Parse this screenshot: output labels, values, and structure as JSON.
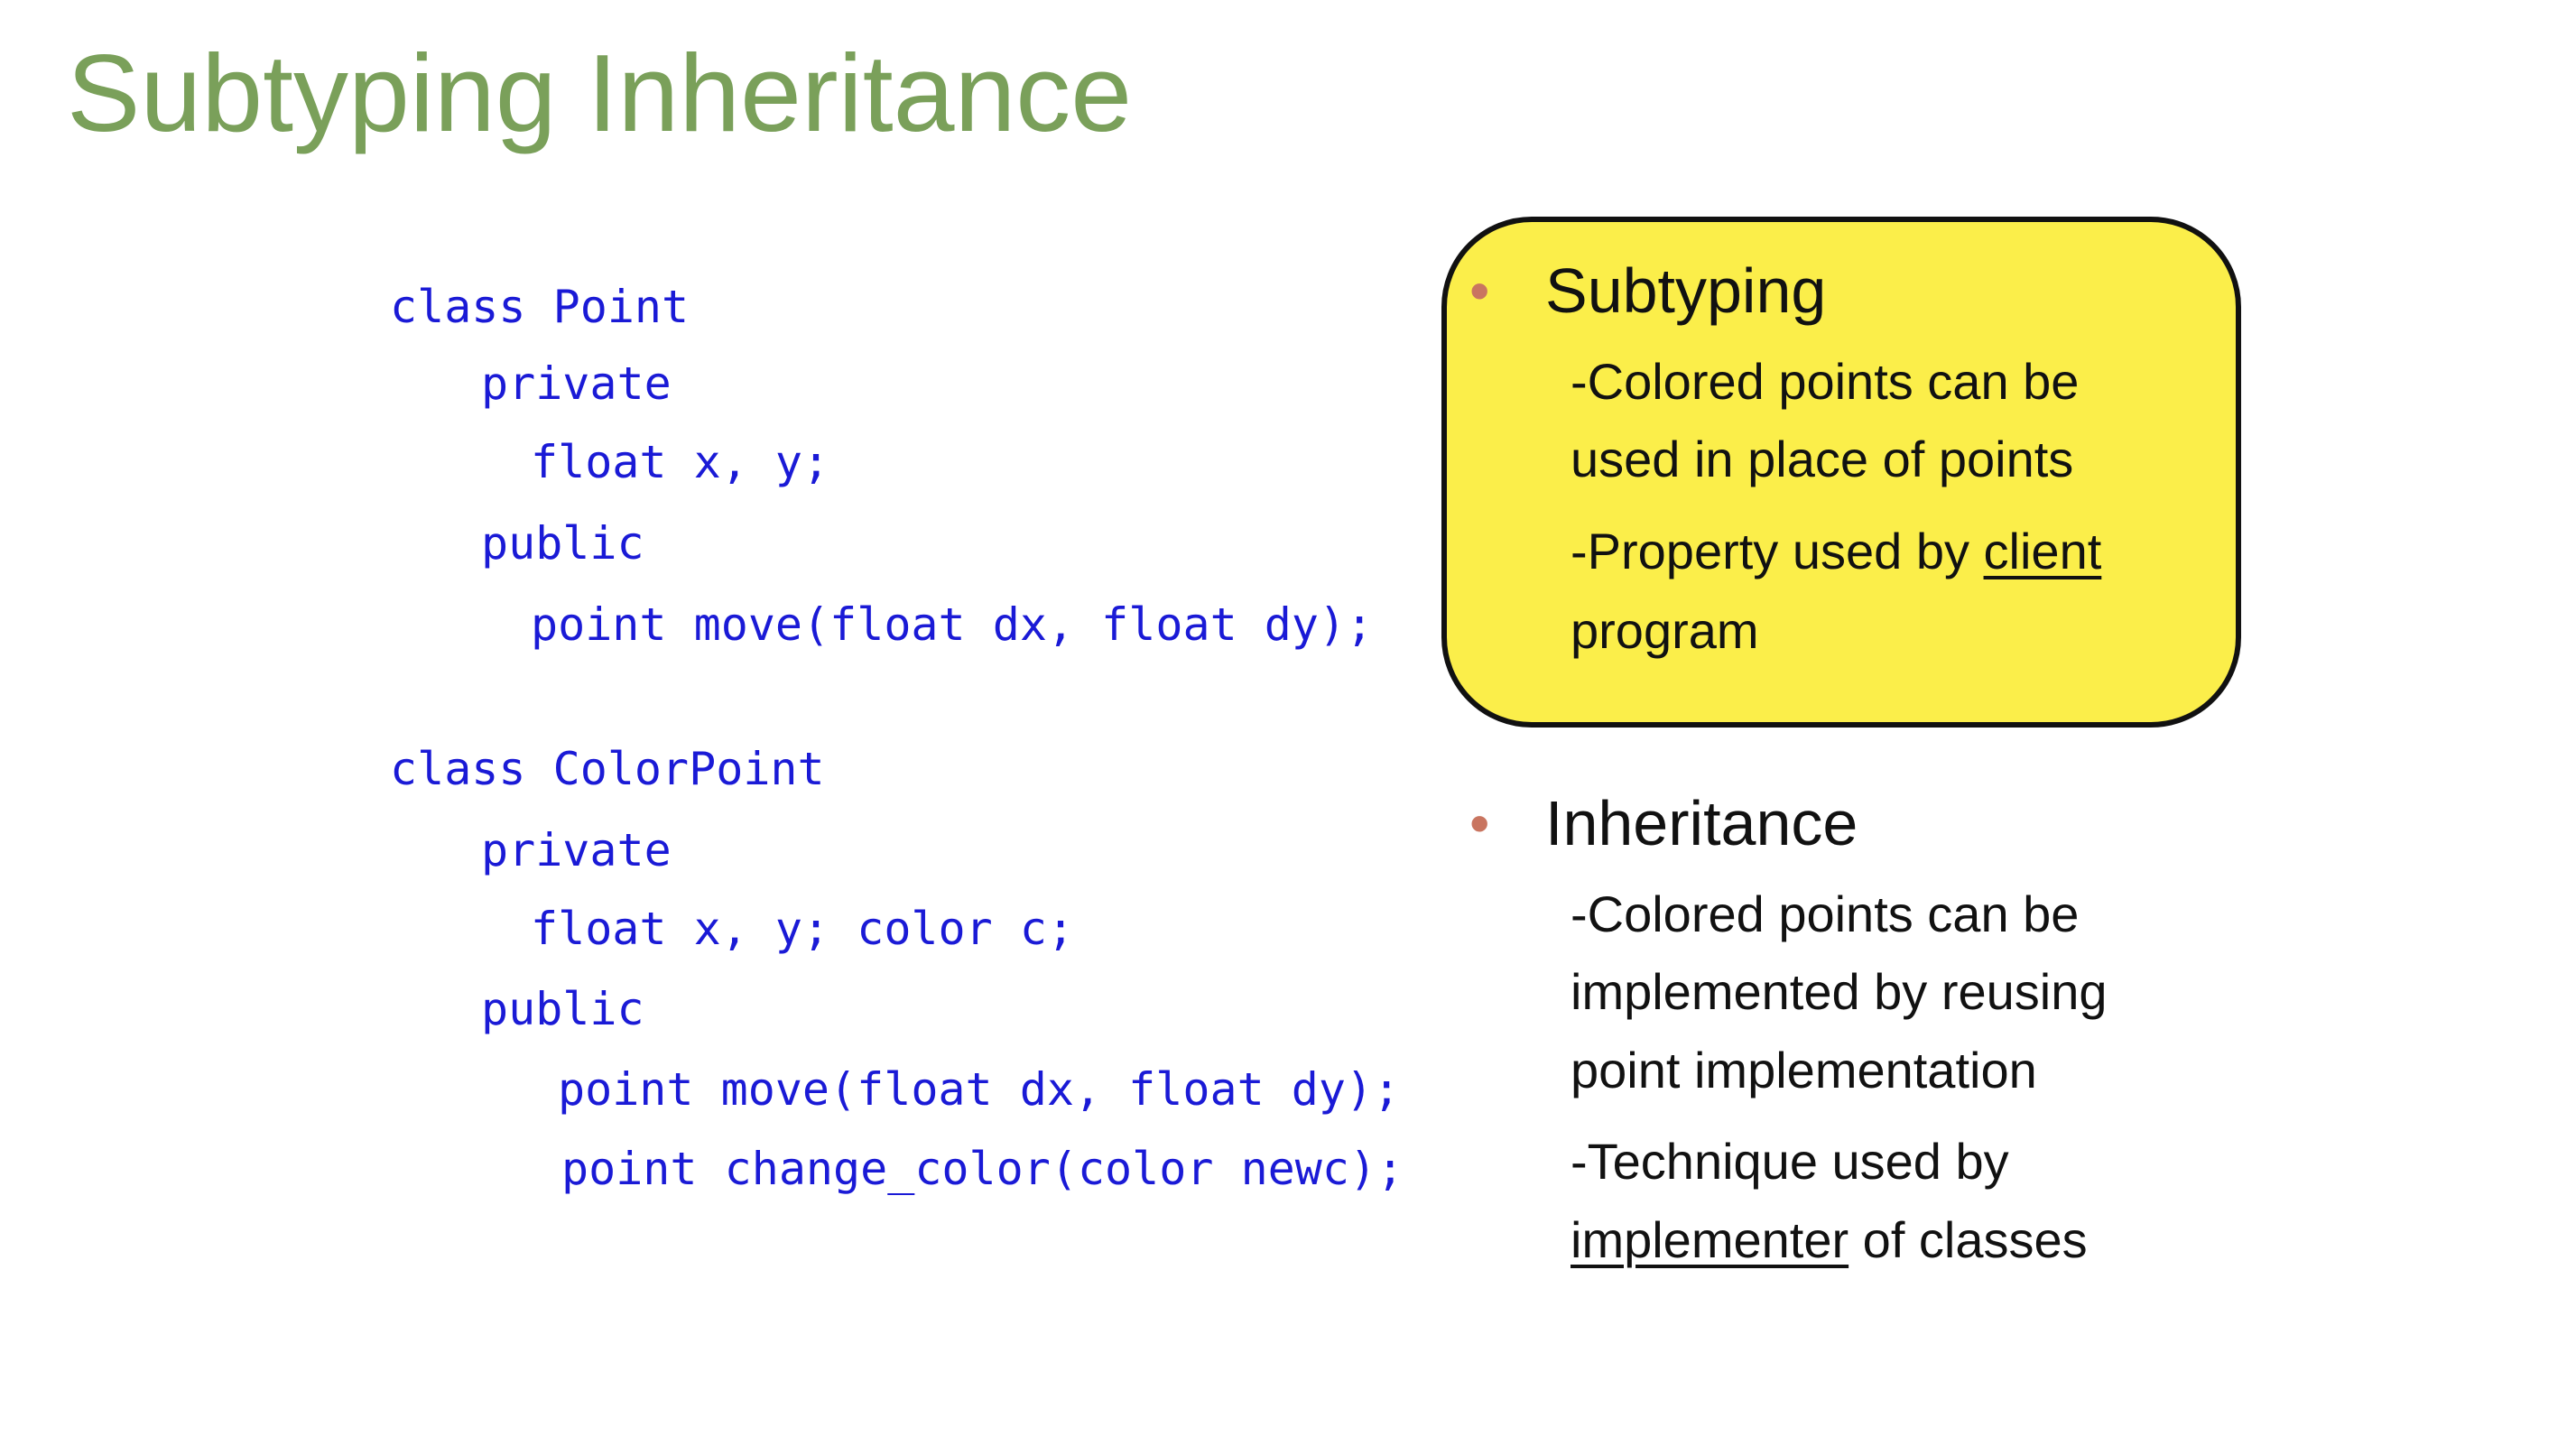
{
  "title": "Subtyping Inheritance",
  "code": {
    "point_class": {
      "header": "class Point",
      "private_label": "private",
      "private_fields": "float x, y;",
      "public_label": "public",
      "methods": [
        "point move(float dx, float dy);"
      ]
    },
    "colorpoint_class": {
      "header": "class ColorPoint",
      "private_label": "private",
      "private_fields": "float x, y; color c;",
      "public_label": "public",
      "methods": [
        "point move(float dx, float dy);",
        "point change_color(color newc);"
      ]
    }
  },
  "bullet_glyph": "•",
  "subtyping": {
    "heading": "Subtyping",
    "point1_line1": "-Colored points can be",
    "point1_line2": "used in place of points",
    "point2_prefix": "-Property used by ",
    "point2_underlined": "client",
    "point2_line2": "program"
  },
  "inheritance": {
    "heading": "Inheritance",
    "point1_line1": "-Colored points can be",
    "point1_line2": "implemented by reusing",
    "point1_line3": "point implementation",
    "point2_line1": "-Technique used by",
    "point2_underlined": "implementer",
    "point2_suffix": " of classes"
  },
  "colors": {
    "title": "#7aa05a",
    "code": "#1a1ad6",
    "box_fill": "#fbee4a",
    "box_border": "#111111",
    "bullet": "#c97560",
    "text": "#111111"
  }
}
